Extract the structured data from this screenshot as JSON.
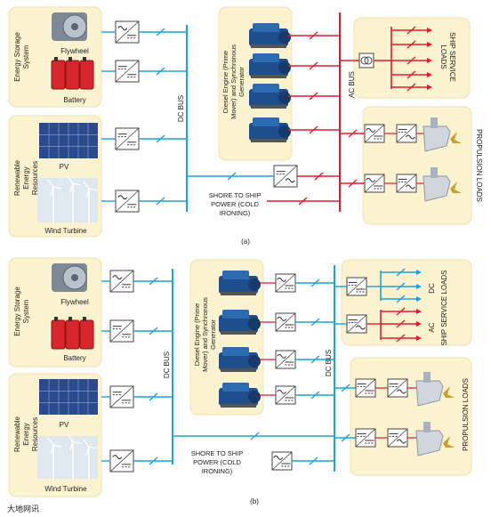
{
  "colors": {
    "panel": "#fbf2cf",
    "panel_stroke": "#f0e2b0",
    "dc_bus": "#1aa3dc",
    "ac_bus": "#e8192c",
    "converter_fill": "#ffffff",
    "converter_stroke": "#444444",
    "engine": "#1e4f8c",
    "battery": "#d9262b",
    "pv": "#2b4a8e",
    "motor": "#cfd6de",
    "propeller": "#c9a227"
  },
  "diagram_a": {
    "caption": "(a)",
    "energy_storage_label": "Energy Storage System",
    "flywheel_label": "Flywheel",
    "battery_label": "Battery",
    "renewable_label": "Renewable Energy Resources",
    "pv_label": "PV",
    "wind_label": "Wind Turbine",
    "dc_bus_label": "DC BUS",
    "ac_bus_label": "AC BUS",
    "diesel_label": "Diesel Engine (Prime Mover) and Synchronous Generator",
    "shore_label": "SHORE TO SHIP POWER (COLD IRONING)",
    "ship_service_label": "SHIP SERVICE LOADS",
    "propulsion_label": "PROPULSION LOADS"
  },
  "diagram_b": {
    "caption": "(b)",
    "energy_storage_label": "Energy Storage System",
    "flywheel_label": "Flywheel",
    "battery_label": "Battery",
    "renewable_label": "Renewable Energy Resources",
    "pv_label": "PV",
    "wind_label": "Wind Turbine",
    "dc_bus_label": "DC BUS",
    "dc_bus_label_2": "DC BUS",
    "diesel_label": "Diesel Engine (Prime Mover) and Synchronous Generator",
    "shore_label": "SHORE TO SHIP POWER (COLD IRONING)",
    "ship_service_label": "SHIP SERVICE LOADS",
    "dc_label": "DC",
    "ac_label": "AC",
    "propulsion_label": "PROPULSION LOADS"
  },
  "watermark": "大地网讯"
}
